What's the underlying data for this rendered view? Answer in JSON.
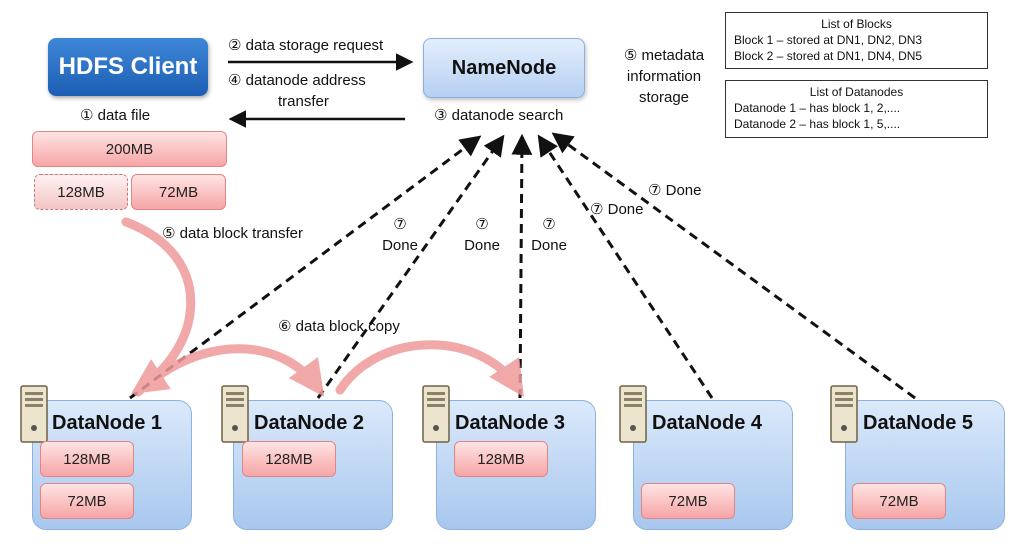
{
  "client": {
    "label": "HDFS Client"
  },
  "namenode": {
    "label": "NameNode"
  },
  "steps": {
    "request": "② data storage request",
    "address_line1": "④ datanode address",
    "address_line2": "transfer",
    "data_file": "① data file",
    "search": "③ datanode search",
    "metadata_line1": "⑤ metadata",
    "metadata_line2": "information",
    "metadata_line3": "storage",
    "block_transfer": "⑤ data block transfer",
    "block_copy": "⑥ data block copy"
  },
  "done": {
    "n1_num": "⑦",
    "n1_text": "Done",
    "n2_num": "⑦",
    "n2_text": "Done",
    "n3_num": "⑦",
    "n3_text": "Done",
    "n4_num": "⑦",
    "n4_text": "Done",
    "n5_num": "⑦",
    "n5_text": "Done"
  },
  "file_blocks": {
    "total": "200MB",
    "block1": "128MB",
    "block2": "72MB"
  },
  "blocks_list": {
    "title": "List of Blocks",
    "rows": [
      "Block 1 – stored at DN1, DN2, DN3",
      "Block 2 – stored at DN1, DN4, DN5"
    ]
  },
  "datanodes_list": {
    "title": "List of Datanodes",
    "rows": [
      "Datanode 1 – has block 1, 2,....",
      "Datanode 2 – has block 1, 5,...."
    ]
  },
  "datanodes": [
    {
      "name": "DataNode 1",
      "blocks": [
        "128MB",
        "72MB"
      ]
    },
    {
      "name": "DataNode 2",
      "blocks": [
        "128MB"
      ]
    },
    {
      "name": "DataNode 3",
      "blocks": [
        "128MB"
      ]
    },
    {
      "name": "DataNode 4",
      "blocks": [
        "72MB"
      ]
    },
    {
      "name": "DataNode 5",
      "blocks": [
        "72MB"
      ]
    }
  ],
  "colors": {
    "client": "#1c5fb4",
    "namenode": "#b6d0f2",
    "block": "#f6a5a5",
    "datanode": "#a8c7ee"
  },
  "icons": {
    "server": "server-icon"
  }
}
